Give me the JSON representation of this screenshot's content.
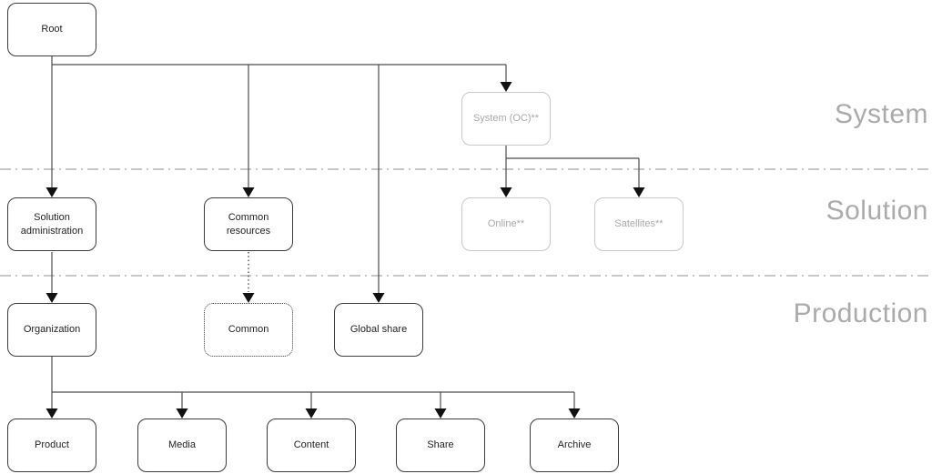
{
  "diagram": {
    "zone_labels": {
      "system": "System",
      "solution": "Solution",
      "production": "Production"
    },
    "nodes": {
      "root": "Root",
      "system_oc": "System (OC)**",
      "solution_administration": "Solution administration",
      "common_resources": "Common resources",
      "online": "Online**",
      "satellites": "Satellites**",
      "organization": "Organization",
      "common": "Common",
      "global_share": "Global share",
      "product": "Product",
      "media": "Media",
      "content": "Content",
      "share": "Share",
      "archive": "Archive"
    },
    "colors": {
      "background": "#ffffff",
      "node_border": "#3c3c3c",
      "node_text": "#1f1f1f",
      "muted_node_border": "#c9c9c9",
      "muted_node_text": "#a9a9a9",
      "connector": "#4d4d4d",
      "arrowhead": "#111111",
      "divider": "#a6a6a6",
      "zone_label_text": "#ababab"
    }
  }
}
